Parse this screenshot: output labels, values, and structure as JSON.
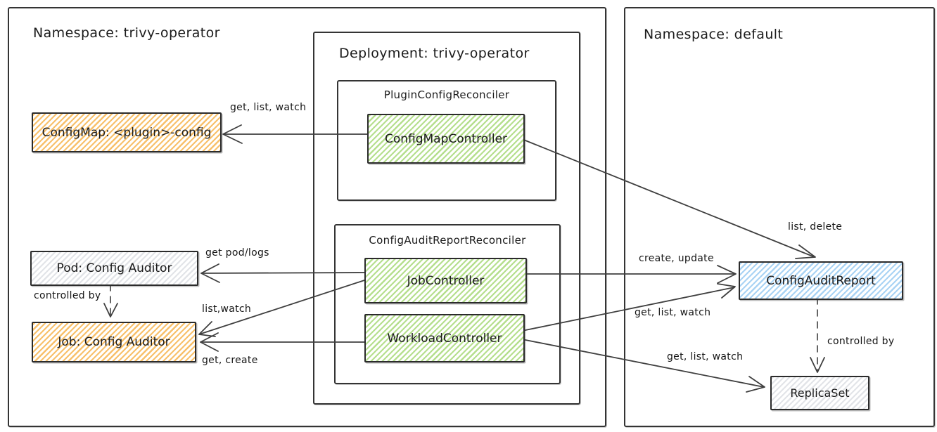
{
  "containers": {
    "namespace_left": {
      "label": "Namespace: trivy-operator"
    },
    "deployment": {
      "label": "Deployment: trivy-operator"
    },
    "plugin_config_reconciler": {
      "label": "PluginConfigReconciler"
    },
    "config_audit_report_reconciler": {
      "label": "ConfigAuditReportReconciler"
    },
    "namespace_right": {
      "label": "Namespace: default"
    }
  },
  "nodes": {
    "config_map": {
      "label": "ConfigMap: <plugin>-config",
      "fill": "orange"
    },
    "config_map_controller": {
      "label": "ConfigMapController",
      "fill": "green"
    },
    "pod": {
      "label": "Pod: Config Auditor",
      "fill": "gray"
    },
    "job": {
      "label": "Job: Config Auditor",
      "fill": "orange"
    },
    "job_controller": {
      "label": "JobController",
      "fill": "green"
    },
    "workload_controller": {
      "label": "WorkloadController",
      "fill": "green"
    },
    "config_audit_report": {
      "label": "ConfigAuditReport",
      "fill": "blue"
    },
    "replica_set": {
      "label": "ReplicaSet",
      "fill": "gray"
    }
  },
  "edges": [
    {
      "label": "get, list, watch",
      "from": "ConfigMapController",
      "to": "ConfigMap: <plugin>-config",
      "style": "solid"
    },
    {
      "label": "list, delete",
      "from": "ConfigMapController",
      "to": "ConfigAuditReport",
      "style": "solid"
    },
    {
      "label": "get pod/logs",
      "from": "JobController",
      "to": "Pod: Config Auditor",
      "style": "solid"
    },
    {
      "label": "controlled by",
      "from": "Pod: Config Auditor",
      "to": "Job: Config Auditor",
      "style": "dashed"
    },
    {
      "label": "list,watch",
      "from": "JobController",
      "to": "Job: Config Auditor",
      "style": "solid"
    },
    {
      "label": "get, create",
      "from": "WorkloadController",
      "to": "Job: Config Auditor",
      "style": "solid"
    },
    {
      "label": "create, update",
      "from": "JobController",
      "to": "ConfigAuditReport",
      "style": "solid"
    },
    {
      "label": "get, list, watch",
      "from": "WorkloadController",
      "to": "ConfigAuditReport",
      "style": "solid"
    },
    {
      "label": "get, list, watch",
      "from": "WorkloadController",
      "to": "ReplicaSet",
      "style": "solid"
    },
    {
      "label": "controlled by",
      "from": "ConfigAuditReport",
      "to": "ReplicaSet",
      "style": "dashed"
    }
  ],
  "colors": {
    "orange_fill": "#f8c06a",
    "green_fill": "#b5df8d",
    "blue_fill": "#a9d3f4",
    "gray_fill": "#e2e4e8",
    "line": "#3f3f3f",
    "border": "#2b2b2b",
    "background": "#ffffff"
  }
}
